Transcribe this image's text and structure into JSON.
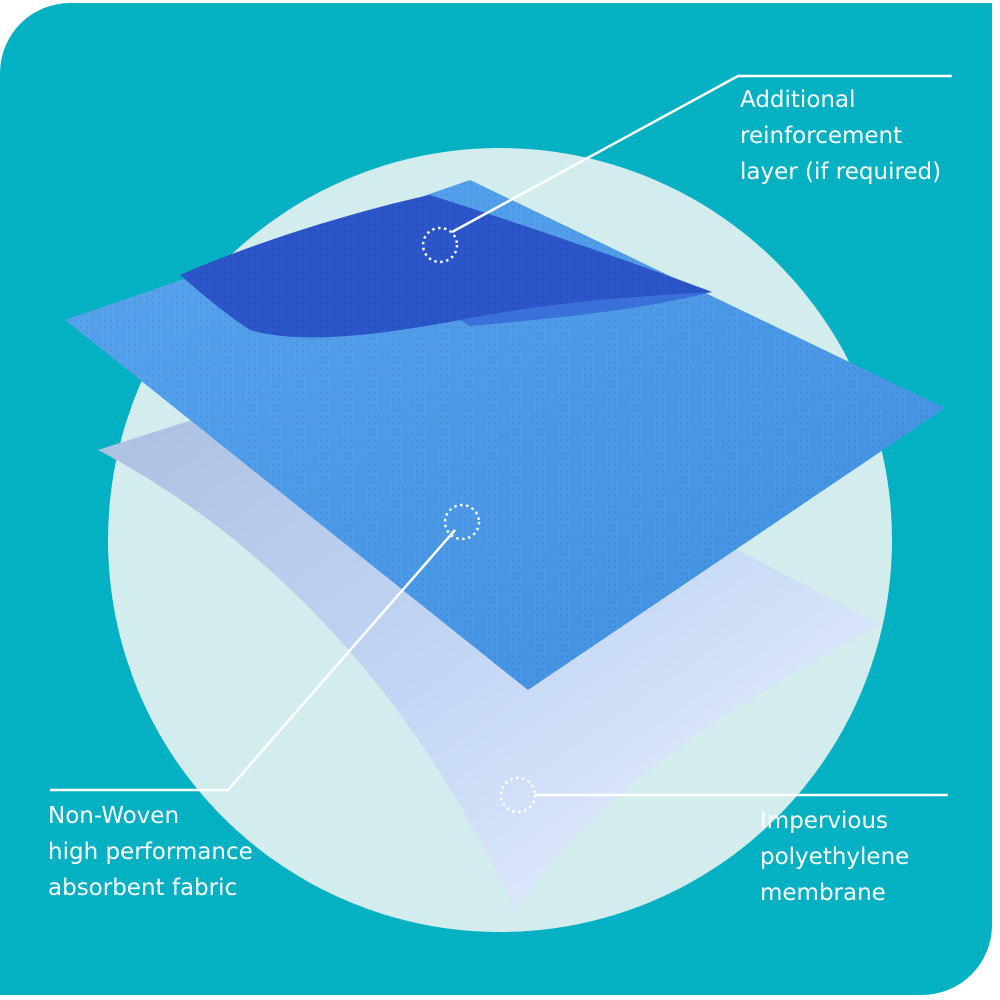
{
  "labels": {
    "reinforcement": [
      "Additional",
      "reinforcement",
      "layer (if required)"
    ],
    "nonwoven": [
      "Non-Woven",
      "high performance",
      "absorbent fabric"
    ],
    "membrane": [
      "Impervious",
      "polyethylene",
      "membrane"
    ]
  },
  "colors": {
    "background": "#04b1c2",
    "circle": "#d3ecee",
    "fabric": "#4f9be6",
    "reinforcement": "#2b55c8",
    "membrane": "#dbe8fb"
  }
}
